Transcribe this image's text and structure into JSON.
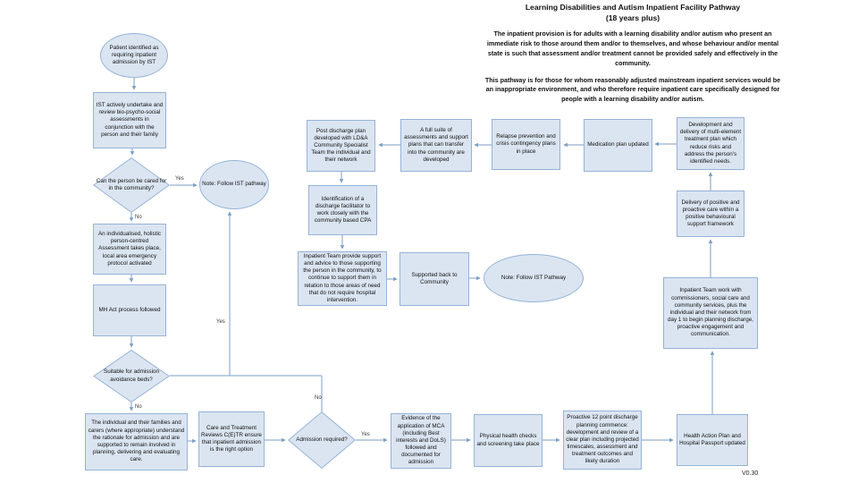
{
  "header": {
    "title": "Learning Disabilities and Autism Inpatient Facility Pathway",
    "subtitle": "(18 years plus)",
    "para1": "The inpatient provision is for adults with a learning disability and/or autism who present an immediate risk to those around them and/or to themselves, and whose behaviour and/or mental state is such that assessment and/or treatment cannot be provided safely and effectively in the community.",
    "para2": "This pathway is for those for whom reasonably adjusted mainstream inpatient services would be an inappropriate environment, and who therefore require inpatient care specifically designed for people with a learning disability and/or autism."
  },
  "version_label": "V0.30",
  "colors": {
    "node_fill": "#dbe5f1",
    "node_border": "#95b3d7",
    "connector": "#7b9dc4"
  },
  "nodes": {
    "patient_identified": {
      "label": "Patient identified as requiring inpatient admission by IST"
    },
    "ist_assessments": {
      "label": "IST actively undertake and review bio-psycho-social assessments in conjunction with the person and their family"
    },
    "community_care": {
      "label": "Can the person be cared for in the community?"
    },
    "follow_ist_top": {
      "label": "Note: Follow IST pathway"
    },
    "individualised_assessment": {
      "label": "An individualised, holistic person-centred Assessment takes place, local area emergency protocol activated"
    },
    "mh_act": {
      "label": "MH Act process followed"
    },
    "admission_avoidance": {
      "label": "Suitable for admission avoidance beds?"
    },
    "families_carers": {
      "label": "The individual and their families and carers (where appropriate) understand the rationale for admission and are supported to remain involved in planning, delivering and evaluating care."
    },
    "ctr_review": {
      "label": "Care and Treatment Reviews C(E)TR ensure that inpatient admission is the right option"
    },
    "admission_required": {
      "label": "Admission required?"
    },
    "mca_evidence": {
      "label": "Evidence of the application of MCA (including Best interests and DoLS) followed and documented for admission"
    },
    "physical_health": {
      "label": "Physical health checks and screening take place"
    },
    "discharge_planning": {
      "label": "Proactive 12 point discharge planning commence: development and review of a clear plan including projected timescales, assessment and treatment outcomes and likely duration"
    },
    "health_action_plan": {
      "label": "Health Action Plan and Hospital Passport updated"
    },
    "inpatient_team_work": {
      "label": "Inpatient Team work with commissioners, social care and community services, plus the individual and their network from day 1 to begin planning discharge, proactive engagement and communication."
    },
    "positive_proactive_care": {
      "label": "Delivery of positive and proactive care within a positive behavioural support framework"
    },
    "multi_element_plan": {
      "label": "Development and delivery of multi-element treatment plan which reduce risks and address the person's identified needs."
    },
    "medication_plan": {
      "label": "Medication plan updated"
    },
    "relapse_prevention": {
      "label": "Relapse prevention and crisis contingency plans in place"
    },
    "full_suite": {
      "label": "A full suite of assessments and support plans that can transfer into the community are developed"
    },
    "post_discharge_plan": {
      "label": "Post discharge plan developed with LD&A Community Specialist Team the individual and their network"
    },
    "discharge_facilitator": {
      "label": "Identification of a discharge facilitator to work closely with the community based CPA"
    },
    "inpatient_team_support": {
      "label": "Inpatient Team provide support and advice to those supporting the person in the community, to continue to support them in relation to those areas of need that do not require hospital intervention."
    },
    "supported_back": {
      "label": "Supported back to Community"
    },
    "follow_ist_mid": {
      "label": "Note: Follow IST Pathway"
    }
  },
  "edge_labels": {
    "community_yes": "Yes",
    "community_no": "No",
    "avoidance_yes": "Yes",
    "avoidance_no": "No",
    "admission_yes": "Yes",
    "admission_no": "No"
  }
}
